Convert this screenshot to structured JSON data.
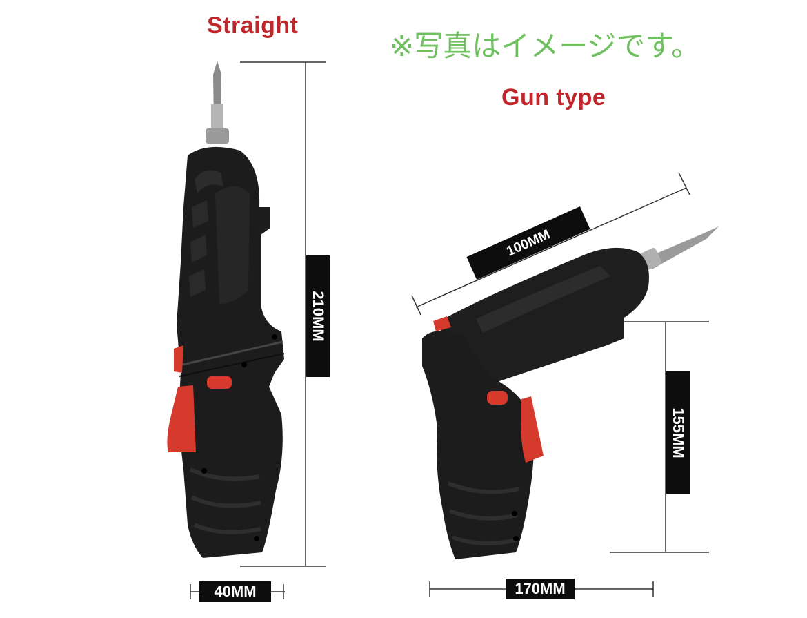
{
  "titles": {
    "straight": "Straight",
    "gun_type": "Gun type",
    "note": "※写真はイメージです。"
  },
  "dimensions": {
    "straight_height": "210MM",
    "straight_width": "40MM",
    "gun_length": "100MM",
    "gun_height": "155MM",
    "gun_width": "170MM"
  },
  "colors": {
    "title_red": "#c0272d",
    "note_green": "#6fc05e",
    "body_black": "#1c1c1c",
    "accent_red": "#d63a2c"
  }
}
